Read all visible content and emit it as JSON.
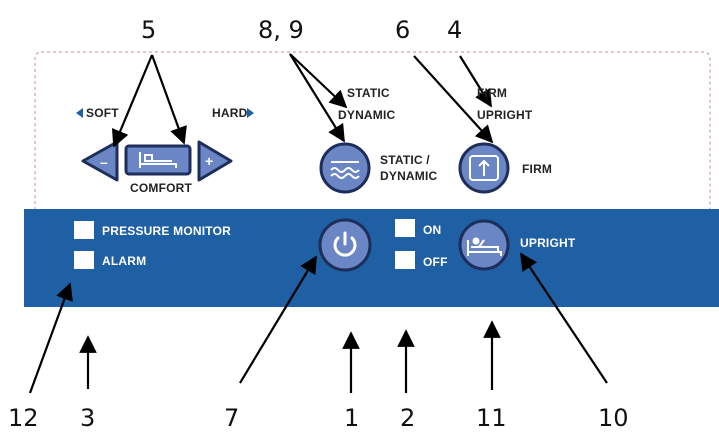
{
  "callouts": {
    "n5": "5",
    "n89": "8, 9",
    "n6": "6",
    "n4": "4",
    "n12": "12",
    "n3": "3",
    "n7": "7",
    "n1": "1",
    "n2": "2",
    "n11": "11",
    "n10": "10"
  },
  "panel": {
    "soft": "SOFT",
    "hard": "HARD",
    "comfort": "COMFORT",
    "static": "STATIC",
    "dynamic": "DYNAMIC",
    "static_dynamic_1": "STATIC /",
    "static_dynamic_2": "DYNAMIC",
    "firm_top": "FIRM",
    "upright_top": "UPRIGHT",
    "firm": "FIRM",
    "pressure_monitor": "PRESSURE MONITOR",
    "alarm": "ALARM",
    "on": "ON",
    "off": "OFF",
    "upright": "UPRIGHT",
    "minus": "–",
    "plus": "+"
  },
  "colors": {
    "band": "#1f5fa3",
    "button_fill": "#6b86c4",
    "button_ring": "#1e2e5a",
    "dashed_border": "#c58aa6"
  }
}
